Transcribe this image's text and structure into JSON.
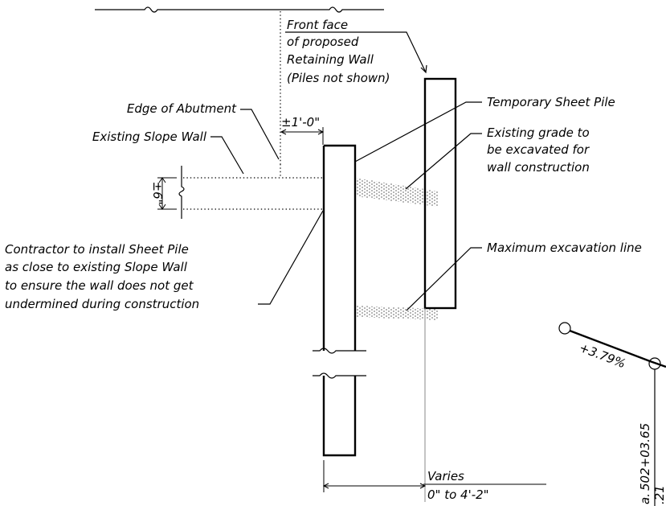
{
  "labels": {
    "front_face_1": "Front face",
    "front_face_2": "of proposed",
    "front_face_3": "Retaining Wall",
    "front_face_4": "(Piles not shown)",
    "edge_abutment": "Edge of Abutment",
    "existing_slope_wall": "Existing Slope Wall",
    "dim_1ft": "±1'-0\"",
    "dim_6in": "±6\"",
    "temp_sheet_pile": "Temporary Sheet Pile",
    "existing_grade_1": "Existing grade to",
    "existing_grade_2": "be excavated for",
    "existing_grade_3": "wall construction",
    "contractor_1": "Contractor to install Sheet Pile",
    "contractor_2": "as close to existing Slope Wall",
    "contractor_3": "to ensure the wall does not get",
    "contractor_4": "undermined during construction",
    "max_excavation": "Maximum excavation line",
    "slope": "+3.79%",
    "station": "502+03.65",
    "station_prefix": "a.",
    "partial_value": ".21",
    "varies": "Varies",
    "varies_range": "0\" to 4'-2\""
  },
  "colors": {
    "line": "#000000",
    "background": "#ffffff",
    "leader_gray": "#8a8a8a"
  }
}
